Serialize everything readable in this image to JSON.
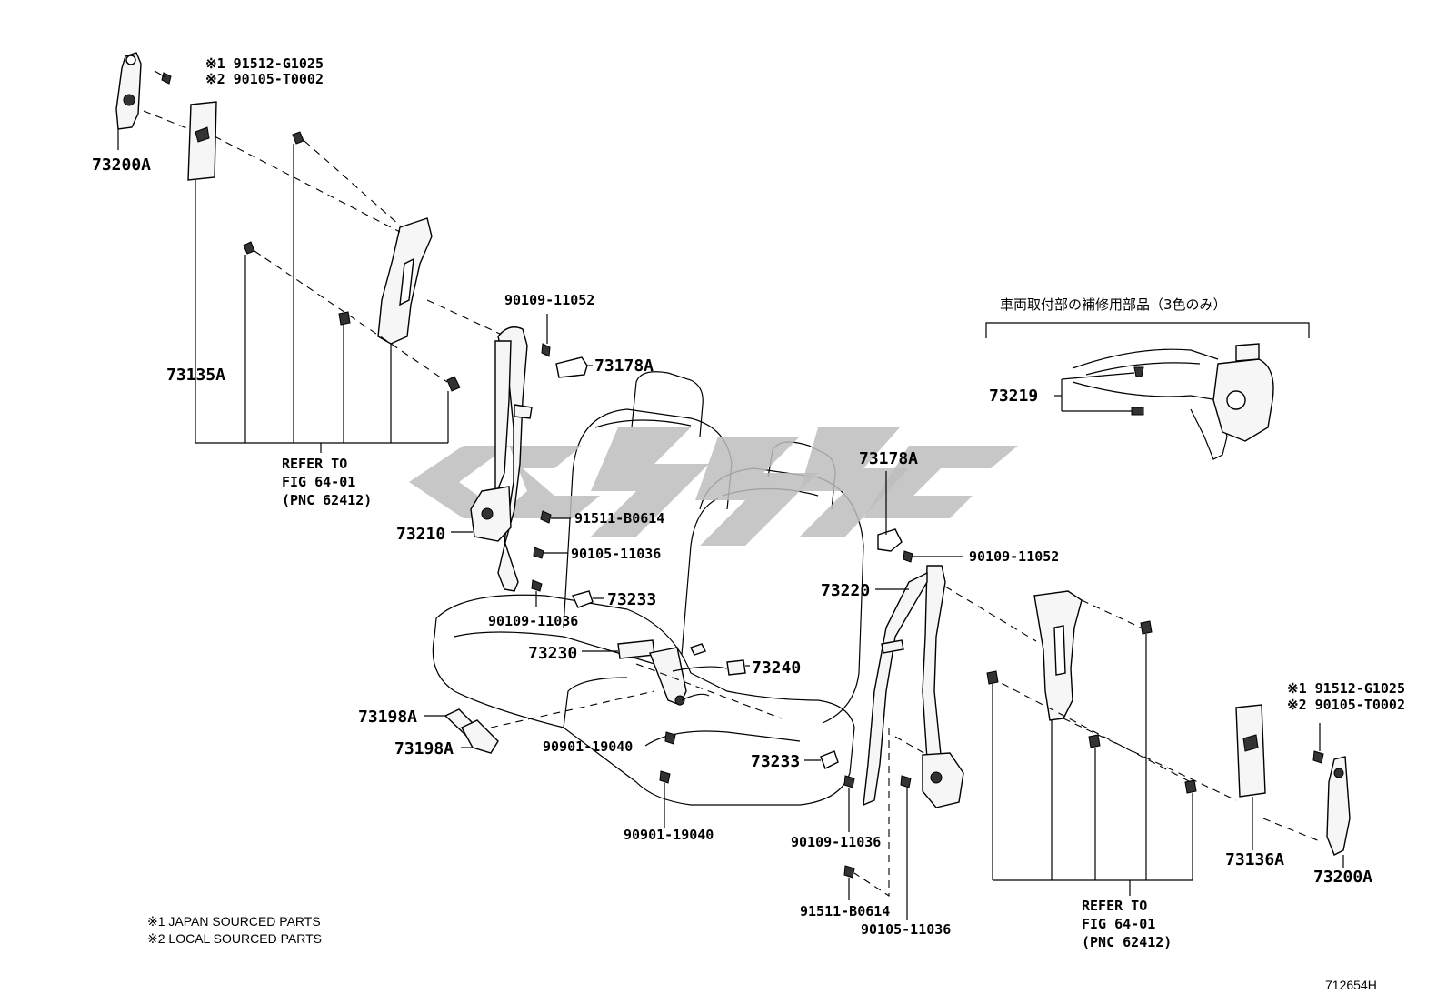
{
  "figure_code": "712654H",
  "notes": {
    "note1": "※1 JAPAN SOURCED PARTS",
    "note2": "※2 LOCAL SOURCED PARTS"
  },
  "bracket_title": "車両取付部の補修用部品（3色のみ）",
  "refer_left": [
    "REFER TO",
    "FIG 64-01",
    "(PNC 62412)"
  ],
  "refer_right": [
    "REFER TO",
    "FIG 64-01",
    "(PNC 62412)"
  ],
  "labels": {
    "p73200a_left": "73200A",
    "bolt_left_1": "※1 91512-G1025",
    "bolt_left_2": "※2 90105-T0002",
    "p73135a": "73135A",
    "p90109_11052_top": "90109-11052",
    "p73178a_top": "73178A",
    "p91511_b0614_top": "91511-B0614",
    "p73210": "73210",
    "p90105_11036_top": "90105-11036",
    "p73233_top": "73233",
    "p90109_11036_top": "90109-11036",
    "p73230": "73230",
    "p73240": "73240",
    "p73198a_1": "73198A",
    "p73198a_2": "73198A",
    "p90901_19040_1": "90901-19040",
    "p90901_19040_2": "90901-19040",
    "p73219": "73219",
    "p73178a_mid": "73178A",
    "p90109_11052_mid": "90109-11052",
    "p73220": "73220",
    "p73233_bot": "73233",
    "p90109_11036_bot": "90109-11036",
    "p91511_b0614_bot": "91511-B0614",
    "p90105_11036_bot": "90105-11036",
    "p73136a": "73136A",
    "p73200a_right": "73200A",
    "bolt_right_1": "※1 91512-G1025",
    "bolt_right_2": "※2 90105-T0002"
  }
}
